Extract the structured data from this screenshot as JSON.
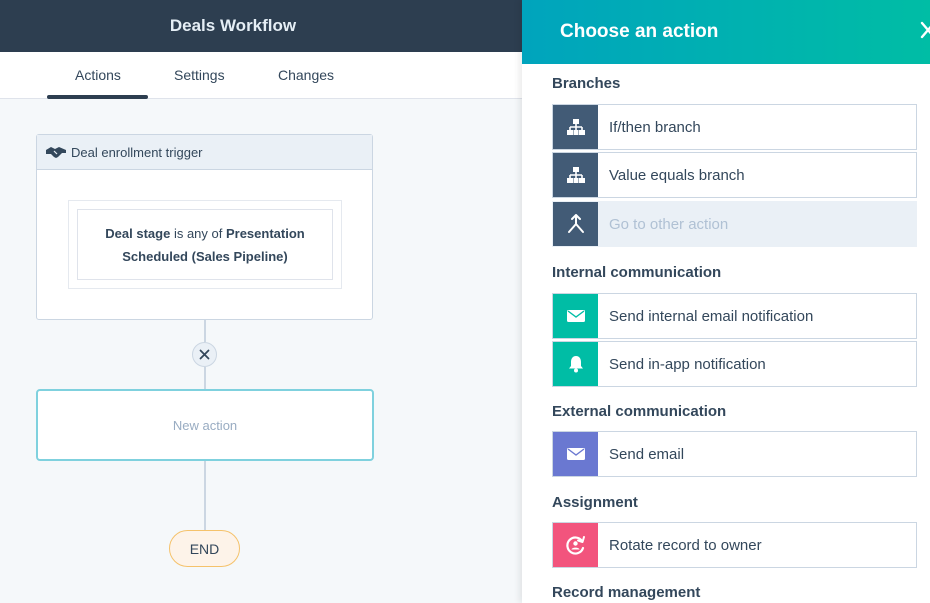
{
  "workflow": {
    "title": "Deals Workflow",
    "tabs": [
      {
        "label": "Actions",
        "active": true
      },
      {
        "label": "Settings",
        "active": false
      },
      {
        "label": "Changes",
        "active": false
      }
    ],
    "trigger": {
      "header": "Deal enrollment trigger",
      "filter": {
        "property": "Deal stage",
        "operator": " is any of ",
        "value": "Presentation Scheduled (Sales Pipeline)"
      }
    },
    "new_action_label": "New action",
    "end_label": "END"
  },
  "panel": {
    "title": "Choose an action",
    "sections": [
      {
        "title": "Branches",
        "items": [
          {
            "label": "If/then branch",
            "icon": "branch-icon",
            "disabled": false
          },
          {
            "label": "Value equals branch",
            "icon": "branch-icon",
            "disabled": false
          },
          {
            "label": "Go to other action",
            "icon": "merge-arrow-icon",
            "disabled": true
          }
        ]
      },
      {
        "title": "Internal communication",
        "items": [
          {
            "label": "Send internal email notification",
            "icon": "envelope-icon",
            "disabled": false
          },
          {
            "label": "Send in-app notification",
            "icon": "bell-icon",
            "disabled": false
          }
        ]
      },
      {
        "title": "External communication",
        "items": [
          {
            "label": "Send email",
            "icon": "envelope-icon",
            "disabled": false
          }
        ]
      },
      {
        "title": "Assignment",
        "items": [
          {
            "label": "Rotate record to owner",
            "icon": "rotate-owner-icon",
            "disabled": false
          }
        ]
      },
      {
        "title": "Record management",
        "items": []
      }
    ]
  },
  "colors": {
    "topbar": "#2d3e50",
    "panel_gradient_start": "#00a4bd",
    "panel_gradient_end": "#00bda5",
    "branch_icon_bg": "#425b76",
    "internal_icon_bg": "#00bda5",
    "external_icon_bg": "#6a78d1",
    "assignment_icon_bg": "#f2547d",
    "end_border": "#f5c26b",
    "new_action_border": "#7fd1de"
  }
}
